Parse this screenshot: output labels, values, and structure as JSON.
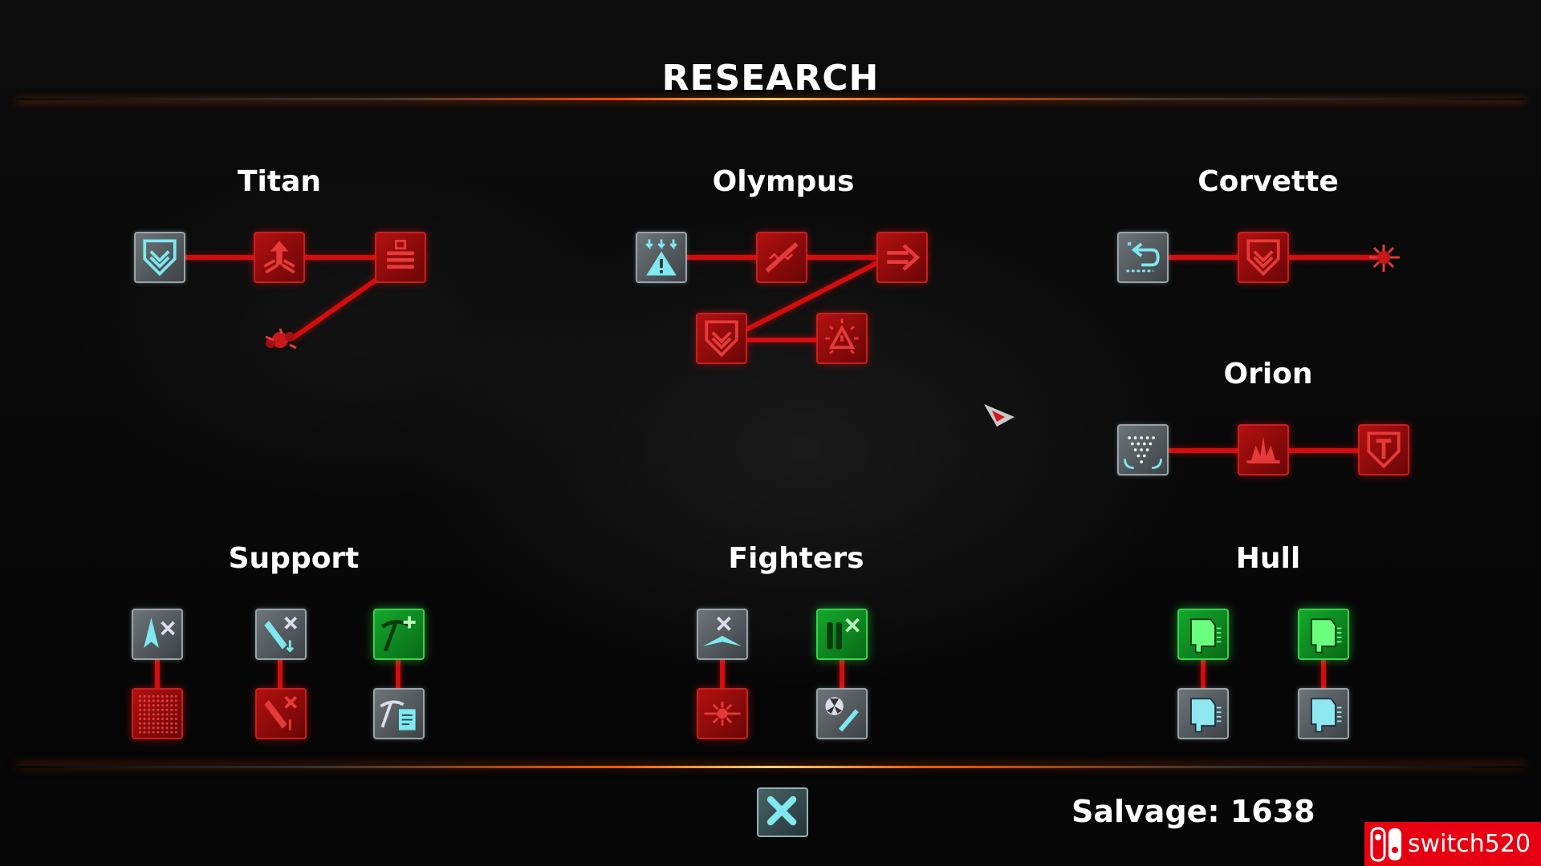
{
  "header": {
    "title": "RESEARCH"
  },
  "sections": {
    "titan": "Titan",
    "olympus": "Olympus",
    "corvette": "Corvette",
    "orion": "Orion",
    "support": "Support",
    "fighters": "Fighters",
    "hull": "Hull"
  },
  "nodes": {
    "titan": [
      "shield-chevron-icon",
      "missile-swarm-icon",
      "armor-plating-icon",
      "debris-burst-icon"
    ],
    "olympus": [
      "warning-drop-icon",
      "railgun-icon",
      "double-arrow-icon",
      "shield-chevron-icon",
      "alert-burst-icon"
    ],
    "corvette": [
      "warp-return-icon",
      "shield-chevron-icon",
      "debris-burst-icon"
    ],
    "orion": [
      "scatter-shot-icon",
      "explosion-icon",
      "shield-t-icon"
    ],
    "support": [
      "drone-repair-icon",
      "missile-repair-icon",
      "mining-plus-icon",
      "mesh-grid-icon",
      "missile-burst-icon",
      "mining-docs-icon"
    ],
    "fighters": [
      "fighter-repair-icon",
      "bombs-repair-icon",
      "laser-burst-icon",
      "nuke-missile-icon"
    ],
    "hull": [
      "hull-chip-icon",
      "hull-chip-icon",
      "hull-chip-icon",
      "hull-chip-icon"
    ]
  },
  "colors": {
    "locked": "#d30d0d",
    "available": "#7e878b",
    "researched": "#17b12f",
    "accent": "#ff5a00"
  },
  "footer": {
    "close_icon": "close-x-icon",
    "salvage": "Salvage: 1638"
  },
  "watermark": {
    "text": "switch520"
  }
}
